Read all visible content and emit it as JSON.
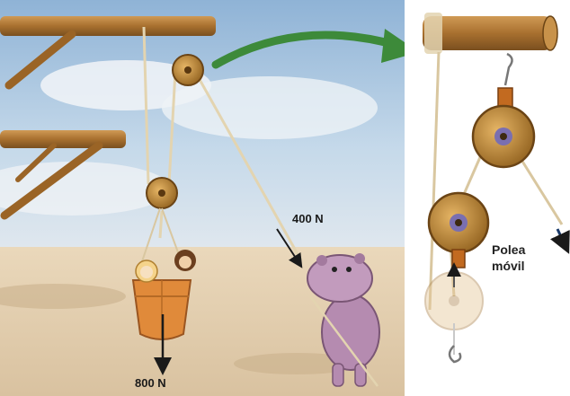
{
  "labels": {
    "effort_force": "400 N",
    "load_force": "800 N",
    "movable_pulley_line1": "Polea",
    "movable_pulley_line2": "móvil"
  },
  "colors": {
    "sky": "#bcd3e8",
    "ground": "#e6d2b4",
    "wood": "#b07a3a",
    "pulley": "#c9943e",
    "rope": "#d9c7a0",
    "hippo": "#b58bb0",
    "basket": "#e08a3a",
    "arrow_green": "#3d8a3a"
  },
  "icons": [
    "wooden-beam",
    "fixed-pulley",
    "movable-pulley",
    "basket",
    "hippo",
    "children",
    "curved-arrow",
    "hook"
  ]
}
